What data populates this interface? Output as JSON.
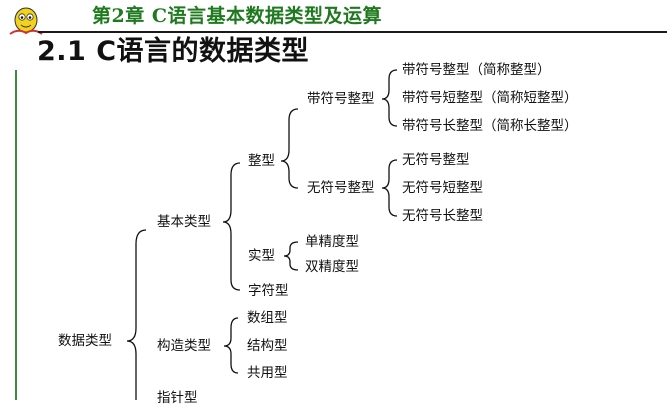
{
  "header": {
    "chapter_title": "第2章 C语言基本数据类型及运算",
    "logo_icon": "cartoon-mascot-icon"
  },
  "section": {
    "title": "2.1 C语言的数据类型"
  },
  "tree": {
    "root": "数据类型",
    "basic": "基本类型",
    "integer": "整型",
    "signed": "带符号整型",
    "signed_int": "带符号整型（简称整型）",
    "signed_short": "带符号短整型（简称短整型）",
    "signed_long": "带符号长整型（简称长整型）",
    "unsigned": "无符号整型",
    "unsigned_int": "无符号整型",
    "unsigned_short": "无符号短整型",
    "unsigned_long": "无符号长整型",
    "real": "实型",
    "single": "单精度型",
    "double": "双精度型",
    "char": "字符型",
    "construct": "构造类型",
    "array": "数组型",
    "struct": "结构型",
    "union": "共用型",
    "pointer": "指针型"
  },
  "colors": {
    "header_green": "#1f7a1f",
    "rule_green": "#3d8a3d"
  }
}
